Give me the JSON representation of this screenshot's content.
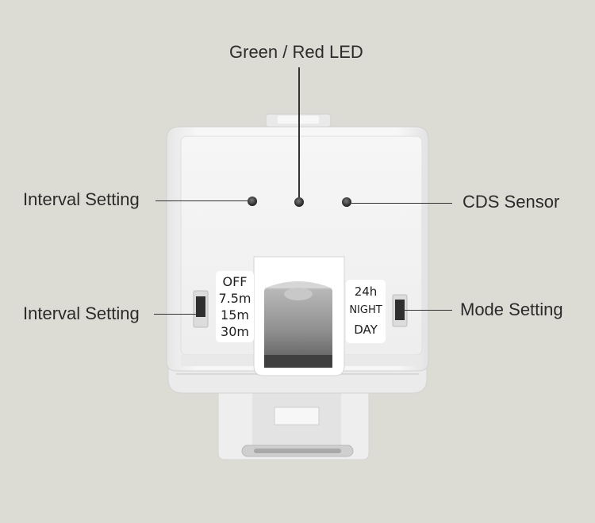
{
  "callouts": {
    "led": "Green / Red LED",
    "interval_top": "Interval Setting",
    "cds": "CDS Sensor",
    "interval_bottom": "Interval Setting",
    "mode": "Mode Setting"
  },
  "switch_labels": {
    "interval": [
      "OFF",
      "7.5m",
      "15m",
      "30m"
    ],
    "mode": [
      "24h",
      "NIGHT",
      "DAY"
    ]
  },
  "colors": {
    "background": "#dcdbd4",
    "device_body": "#f3f3f3",
    "leader_line": "#333333"
  }
}
